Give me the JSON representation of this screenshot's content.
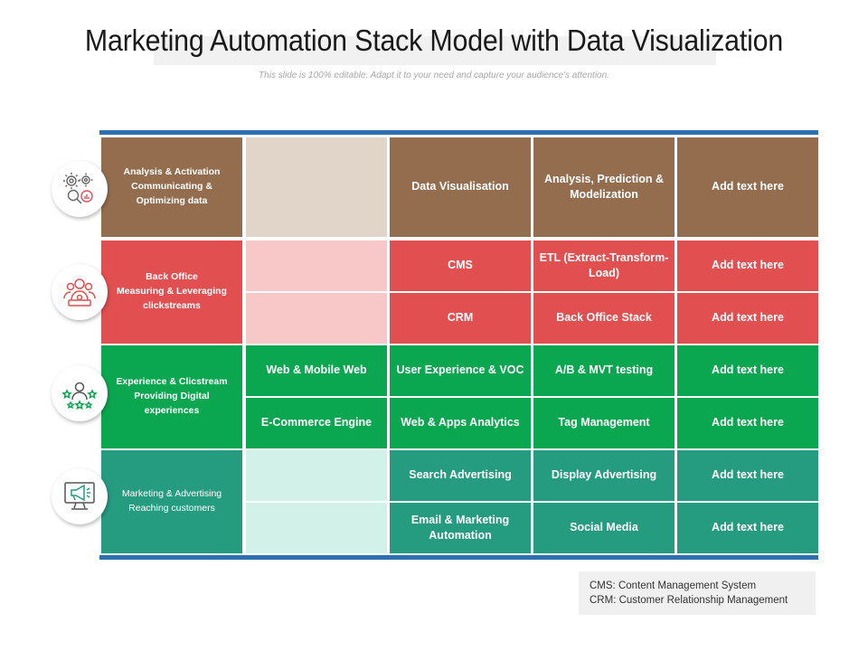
{
  "title": "Marketing Automation Stack Model with Data Visualization",
  "subtitle": "This slide is 100% editable. Adapt it to your need and capture your audience's attention.",
  "colors": {
    "brown": "#936d4e",
    "brown_light": "#e1d4c9",
    "red": "#e24f51",
    "red_light": "#f8c7c7",
    "green": "#0ba650",
    "teal": "#259c80",
    "teal_light": "#d2f1e9",
    "rule": "#2f6fb0"
  },
  "sections": [
    {
      "label": "Analysis & Activation\nCommunicating &\nOptimizing data",
      "icon": "gears-analytics-icon",
      "color": "brown",
      "rows": [
        [
          "",
          "Data Visualisation",
          "Analysis, Prediction &\nModelization",
          "Add text here"
        ]
      ]
    },
    {
      "label": "Back Office\nMeasuring & Leveraging\nclickstreams",
      "icon": "team-settings-icon",
      "color": "red",
      "rows": [
        [
          "",
          "CMS",
          "ETL (Extract-Transform-\nLoad)",
          "Add text here"
        ],
        [
          "",
          "CRM",
          "Back Office Stack",
          "Add text here"
        ]
      ]
    },
    {
      "label": "Experience & Clicstream\nProviding Digital\nexperiences",
      "icon": "customer-rating-icon",
      "color": "green",
      "rows": [
        [
          "Web & Mobile Web",
          "User Experience & VOC",
          "A/B & MVT testing",
          "Add text here"
        ],
        [
          "E-Commerce Engine",
          "Web & Apps Analytics",
          "Tag Management",
          "Add text here"
        ]
      ]
    },
    {
      "label": "Marketing & Advertising\nReaching customers",
      "icon": "monitor-megaphone-icon",
      "color": "teal",
      "rows": [
        [
          "",
          "Search Advertising",
          "Display Advertising",
          "Add text here"
        ],
        [
          "",
          "Email & Marketing\nAutomation",
          "Social Media",
          "Add text here"
        ]
      ]
    }
  ],
  "legend": [
    "CMS: Content Management System",
    "CRM: Customer Relationship Management"
  ]
}
